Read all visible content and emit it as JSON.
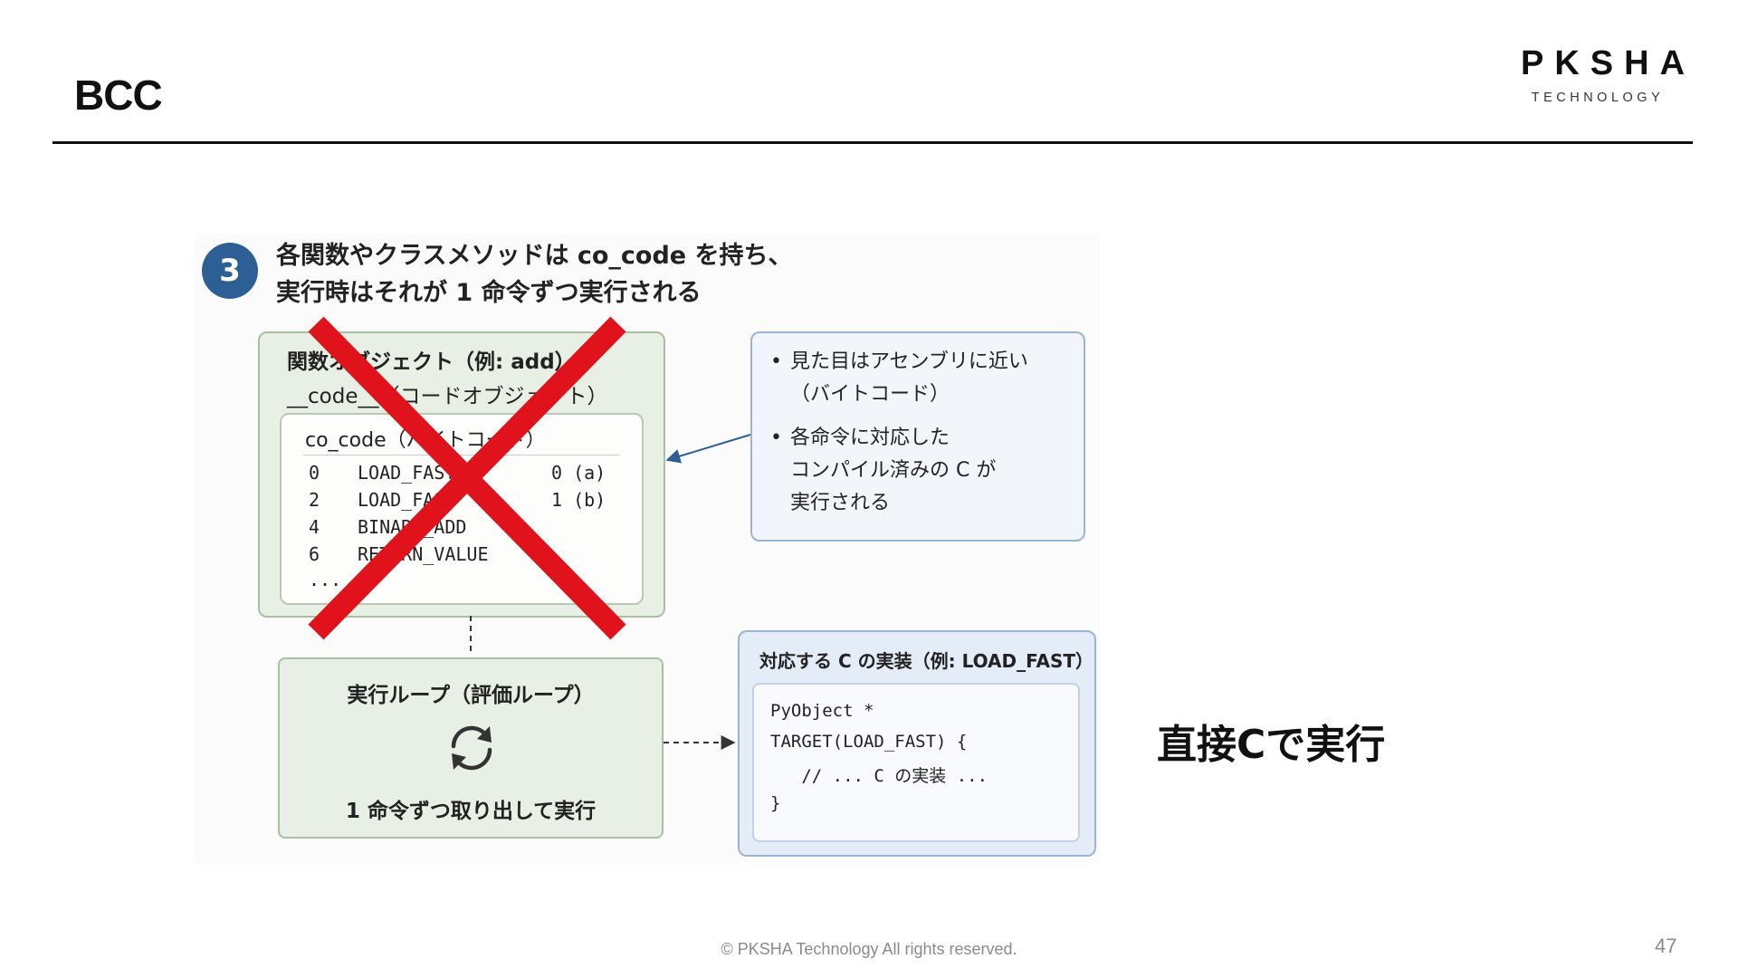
{
  "slide": {
    "title": "BCC",
    "page_number": "47",
    "copyright": "© PKSHA Technology All rights reserved."
  },
  "logo": {
    "main": "PKSHA",
    "sub": "TECHNOLOGY"
  },
  "figure": {
    "step_number": "3",
    "heading_line1": "各関数やクラスメソッドは co_code を持ち、",
    "heading_line2": "実行時はそれが 1 命令ずつ実行される",
    "function_object": {
      "title": "関数オブジェクト（例: add）",
      "code_attr": "__code__（コードオブジェクト）",
      "bytecode_title": "co_code（バイトコード）",
      "rows": [
        {
          "offset": "0",
          "op": "LOAD_FAST",
          "arg": "0 (a)"
        },
        {
          "offset": "2",
          "op": "LOAD_FAST",
          "arg": "1 (b)"
        },
        {
          "offset": "4",
          "op": "BINARY_ADD",
          "arg": ""
        },
        {
          "offset": "6",
          "op": "RETURN_VALUE",
          "arg": ""
        },
        {
          "offset": "...",
          "op": "",
          "arg": ""
        }
      ]
    },
    "notes": [
      "見た目はアセンブリに近い\n（バイトコード）",
      "各命令に対応した\nコンパイル済みの C が\n実行される"
    ],
    "eval_loop": {
      "title": "実行ループ（評価ループ）",
      "icon": "refresh-icon",
      "caption": "1 命令ずつ取り出して実行"
    },
    "c_impl": {
      "title": "対応する C の実装（例: LOAD_FAST）",
      "code": [
        "PyObject *",
        "TARGET(LOAD_FAST) {",
        "   // ... C の実装 ...",
        "}"
      ]
    },
    "cross_mark_color": "#e0121b"
  },
  "annotation": "直接Cで実行",
  "colors": {
    "badge": "#2e5f94",
    "green_box": "#e8f0e5",
    "blue_box": "#e4ecf7",
    "arrow": "#2e5f94"
  }
}
